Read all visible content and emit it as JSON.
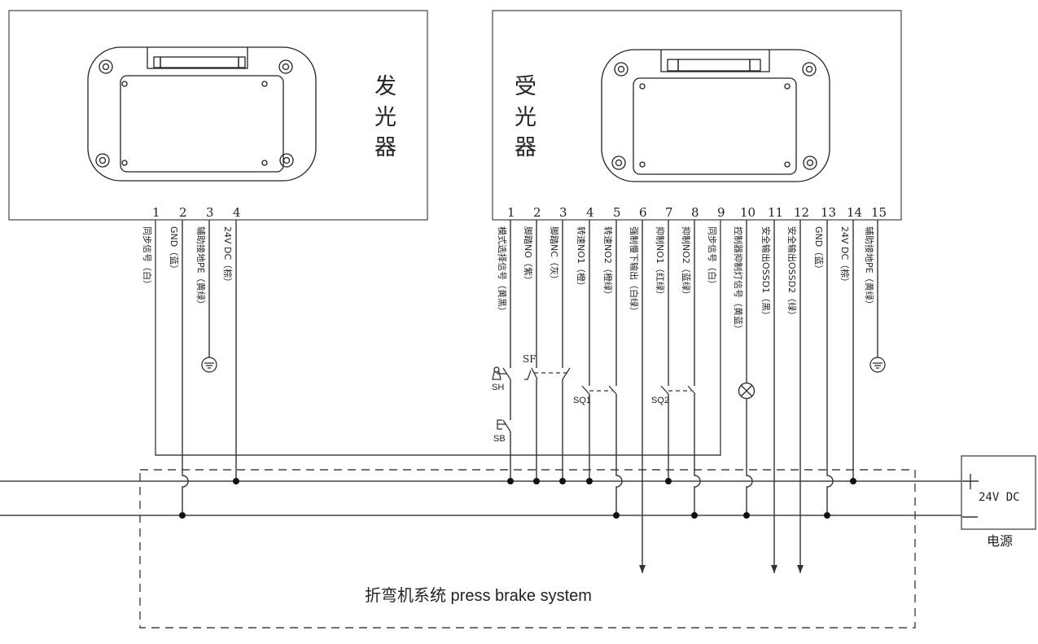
{
  "emitter": {
    "title": "发光器",
    "pins": [
      {
        "num": "1",
        "label": "同步信号（白）"
      },
      {
        "num": "2",
        "label": "GND（蓝）"
      },
      {
        "num": "3",
        "label": "辅助接地PE（黄绿）"
      },
      {
        "num": "4",
        "label": "24V DC（棕）"
      }
    ]
  },
  "receiver": {
    "title": "受光器",
    "pins": [
      {
        "num": "1",
        "label": "模式选择信号（黄黑）"
      },
      {
        "num": "2",
        "label": "脚踏NO（紫）"
      },
      {
        "num": "3",
        "label": "脚踏NC（灰）"
      },
      {
        "num": "4",
        "label": "转速NO1（橙）"
      },
      {
        "num": "5",
        "label": "转速NO2（橙绿）"
      },
      {
        "num": "6",
        "label": "强制慢下输出（白绿）"
      },
      {
        "num": "7",
        "label": "抑制NO1（红绿）"
      },
      {
        "num": "8",
        "label": "抑制NO2（蓝绿）"
      },
      {
        "num": "9",
        "label": "同步信号（白）"
      },
      {
        "num": "10",
        "label": "控制器抑制灯信号（黄蓝）"
      },
      {
        "num": "11",
        "label": "安全输出OSSD1（黑）"
      },
      {
        "num": "12",
        "label": "安全输出OSSD2（绿）"
      },
      {
        "num": "13",
        "label": "GND（蓝）"
      },
      {
        "num": "14",
        "label": "24V DC（棕）"
      },
      {
        "num": "15",
        "label": "辅助接地PE（黄绿）"
      }
    ]
  },
  "switches": {
    "sh": "SH",
    "sf": "SF",
    "sb": "SB",
    "sq1": "SQ1",
    "sq2": "SQ2"
  },
  "power_supply": {
    "label": "24V DC",
    "name": "电源",
    "plus": "+",
    "minus": "−"
  },
  "system": {
    "label": "折弯机系统 press brake system"
  },
  "colors": {
    "line": "#333333",
    "text": "#222222",
    "background": "#ffffff"
  }
}
